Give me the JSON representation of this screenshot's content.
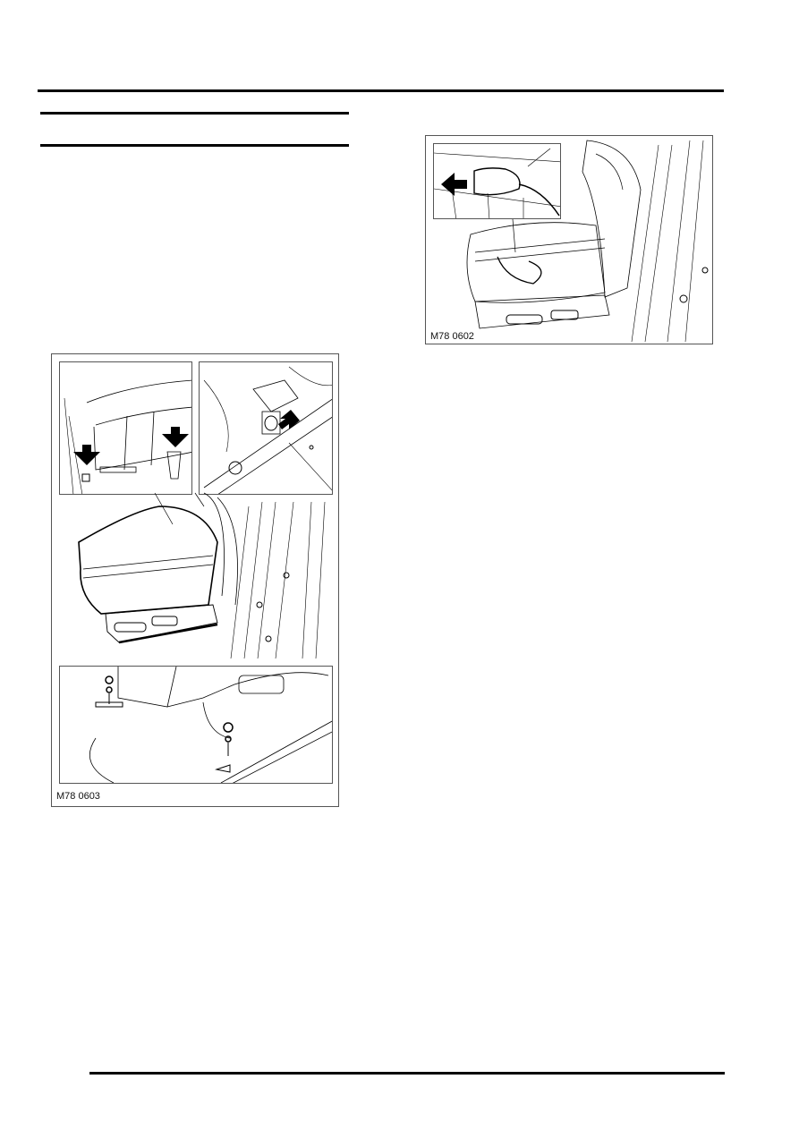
{
  "page": {
    "header_rule": true,
    "section_heading_rules": 2,
    "footer_rule": true
  },
  "figures": [
    {
      "id": "fig-left",
      "caption": "M78 0603",
      "description": "Front seat removal: seat front fixing bolts (arrows), rear runner bolts, seat assembly and fixing nuts/washers",
      "panels": [
        "seat-front-bolts",
        "seat-runner-bolt",
        "seat-overview",
        "runner-nuts-detail"
      ]
    },
    {
      "id": "fig-right",
      "caption": "M78 0602",
      "description": "Disconnect multiplug under seat (arrow)",
      "panels": [
        "multiplug-inset",
        "seat-overview"
      ]
    }
  ]
}
